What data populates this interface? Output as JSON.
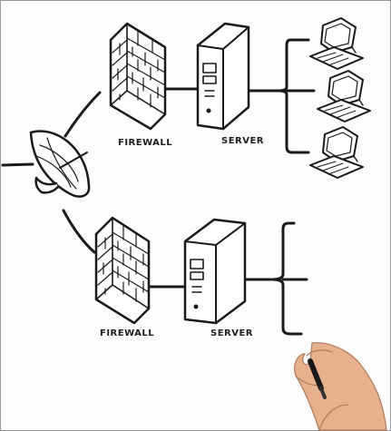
{
  "diagram": {
    "labels": {
      "firewall_top": "FIREWALL",
      "server_top": "SERVER",
      "firewall_bottom": "FIREWALL",
      "server_bottom": "SERVER"
    },
    "stroke_color": "#1a1a1a",
    "device_fill": "#ffffff",
    "skin_color": "#e7b18e",
    "icons": [
      "satellite-dish-icon",
      "firewall-brick-icon",
      "server-tower-icon",
      "workstation-computer-icon",
      "hand-with-marker-icon"
    ]
  }
}
